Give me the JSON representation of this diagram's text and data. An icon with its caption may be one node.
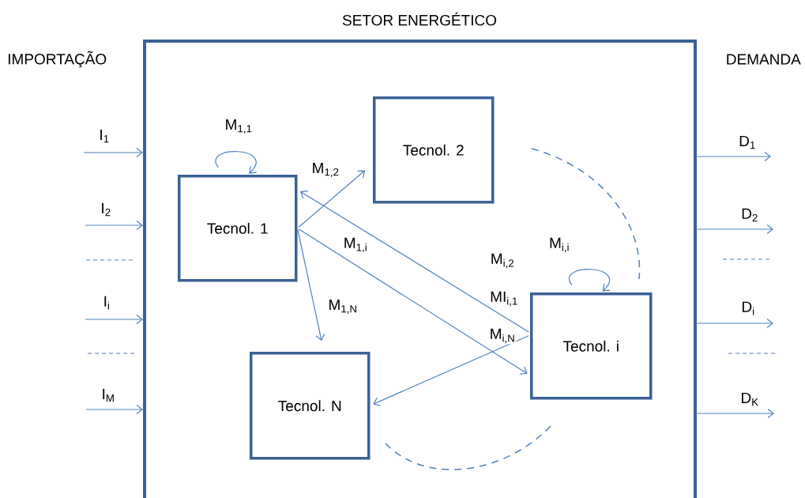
{
  "diagram": {
    "nodes": [
      {
        "text": [
          "SETOR ENERGÉTICO"
        ]
      },
      {
        "text": [
          "Tecnol. 1"
        ],
        "in": 0
      },
      {
        "text": [
          "Tecnol. 2"
        ],
        "in": 0
      },
      {
        "text": [
          "Tecnol. i"
        ],
        "in": 0
      },
      {
        "text": [
          "Tecnol. N"
        ],
        "in": 0
      }
    ],
    "edges": [
      {
        "from": null,
        "to": 0,
        "arrow": "to",
        "label": "I$_{1}$"
      },
      {
        "from": null,
        "to": 0,
        "arrow": "to",
        "label": "I$_{2}$"
      },
      {
        "from": null,
        "to": 0,
        "arrow": "to",
        "label": "I$_{i}$"
      },
      {
        "from": null,
        "to": 0,
        "arrow": "to",
        "label": "I$_{M}$"
      },
      {
        "from": 0,
        "to": null,
        "arrow": "to",
        "label": "D$_{1}$"
      },
      {
        "from": 0,
        "to": null,
        "arrow": "to",
        "label": "D$_{2}$"
      },
      {
        "from": 0,
        "to": null,
        "arrow": "to",
        "label": "D$_{i}$"
      },
      {
        "from": 0,
        "to": null,
        "arrow": "to",
        "label": "D$_{K}$"
      },
      {
        "from": 1,
        "to": 1,
        "arrow": "to",
        "label": "M$_{1,1}$"
      },
      {
        "from": 1,
        "to": 2,
        "arrow": "to",
        "label": "M$_{1,2}$"
      },
      {
        "from": 3,
        "to": 1,
        "arrow": "to",
        "label": "MI$_{i,1}$"
      },
      {
        "from": 1,
        "to": 3,
        "arrow": "to",
        "label": "M$_{1,i}$"
      },
      {
        "from": 1,
        "to": 4,
        "arrow": "to",
        "label": "M$_{1,N}$"
      },
      {
        "from": 3,
        "to": 4,
        "arrow": "to",
        "label": "M$_{i,N}$"
      },
      {
        "from": 3,
        "to": 3,
        "arrow": "to",
        "label": "M$_{i,i}$"
      }
    ],
    "labels": [
      "IMPORTAÇÃO",
      "DEMANDA",
      "M$_{i,2}$"
    ]
  }
}
